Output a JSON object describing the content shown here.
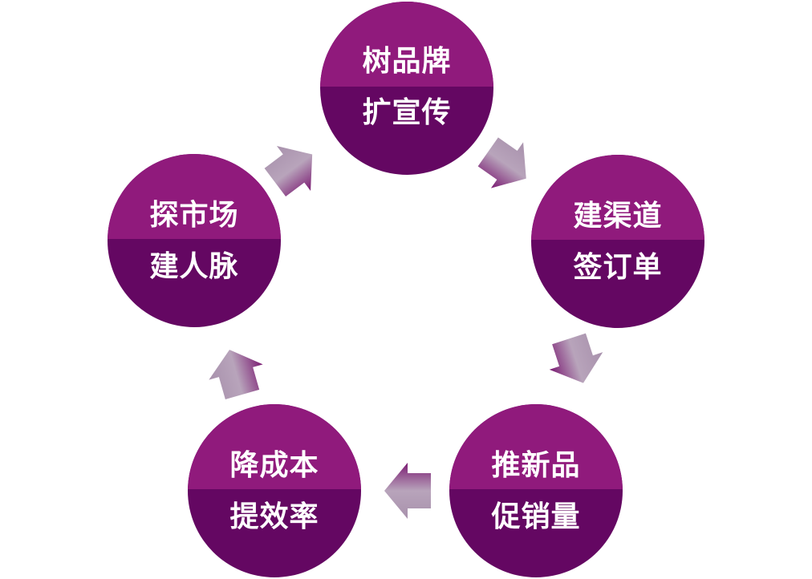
{
  "diagram": {
    "type": "cycle",
    "direction": "clockwise",
    "colors": {
      "circle_top": "#901a7c",
      "circle_bottom": "#640762",
      "text": "#ffffff",
      "arrow_dark": "#7a1a72",
      "arrow_light": "#b8a4bb",
      "background": "#ffffff"
    },
    "nodes": [
      {
        "id": "brand",
        "line1": "树品牌",
        "line2": "扩宣传"
      },
      {
        "id": "channel",
        "line1": "建渠道",
        "line2": "签订单"
      },
      {
        "id": "product",
        "line1": "推新品",
        "line2": "促销量"
      },
      {
        "id": "cost",
        "line1": "降成本",
        "line2": "提效率"
      },
      {
        "id": "market",
        "line1": "探市场",
        "line2": "建人脉"
      }
    ],
    "arrows": [
      {
        "from": "brand",
        "to": "channel"
      },
      {
        "from": "channel",
        "to": "product"
      },
      {
        "from": "product",
        "to": "cost"
      },
      {
        "from": "cost",
        "to": "market"
      },
      {
        "from": "market",
        "to": "brand"
      }
    ]
  }
}
